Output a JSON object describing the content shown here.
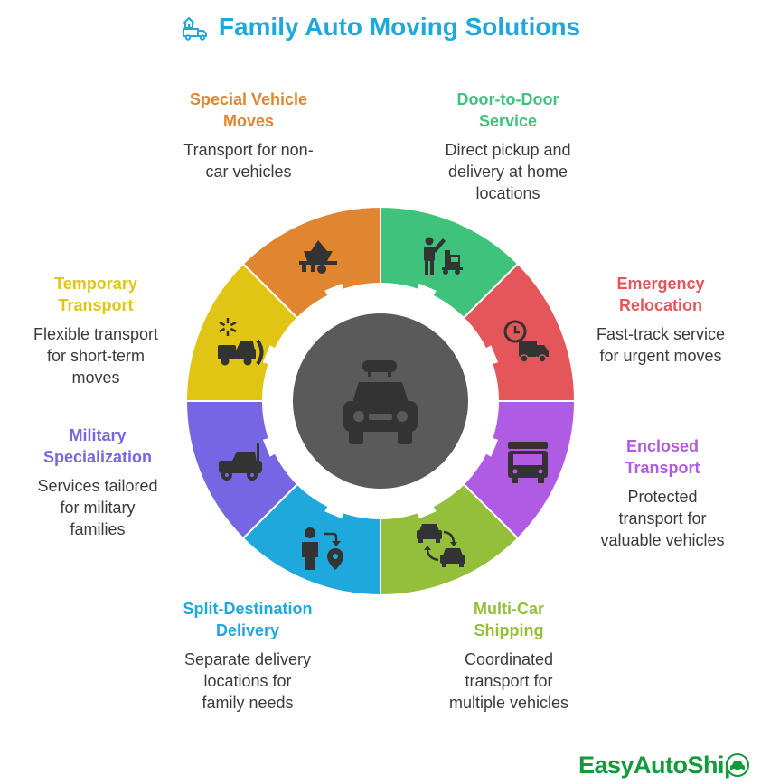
{
  "title": "Family Auto Moving Solutions",
  "brand": "EasyAutoShip",
  "center_icon": "car-with-roof-luggage-icon",
  "segments": [
    {
      "key": "door",
      "heading": "Door-to-Door\nService",
      "description": "Direct pickup and\ndelivery at home\nlocations",
      "color": "#3ec27c",
      "icon": "person-with-delivery-truck-icon"
    },
    {
      "key": "emergency",
      "heading": "Emergency\nRelocation",
      "description": "Fast-track service\nfor urgent moves",
      "color": "#e5565a",
      "icon": "clock-truck-icon"
    },
    {
      "key": "enclosed",
      "heading": "Enclosed\nTransport",
      "description": "Protected\ntransport for\nvaluable vehicles",
      "color": "#b05be3",
      "icon": "enclosed-trailer-icon"
    },
    {
      "key": "multicar",
      "heading": "Multi-Car\nShipping",
      "description": "Coordinated\ntransport for\nmultiple vehicles",
      "color": "#93bf3a",
      "icon": "two-cars-swap-icon"
    },
    {
      "key": "split",
      "heading": "Split-Destination\nDelivery",
      "description": "Separate delivery\nlocations for\nfamily needs",
      "color": "#1fa8dc",
      "icon": "person-map-pin-icon"
    },
    {
      "key": "military",
      "heading": "Military\nSpecialization",
      "description": "Services tailored\nfor military\nfamilies",
      "color": "#7766e3",
      "icon": "military-jeep-icon"
    },
    {
      "key": "temporary",
      "heading": "Temporary\nTransport",
      "description": "Flexible transport\nfor short-term\nmoves",
      "color": "#e1c514",
      "icon": "snowflake-plow-truck-icon"
    },
    {
      "key": "special",
      "heading": "Special Vehicle\nMoves",
      "description": "Transport for non-\ncar vehicles",
      "color": "#e08530",
      "icon": "boat-on-trailer-icon"
    }
  ]
}
